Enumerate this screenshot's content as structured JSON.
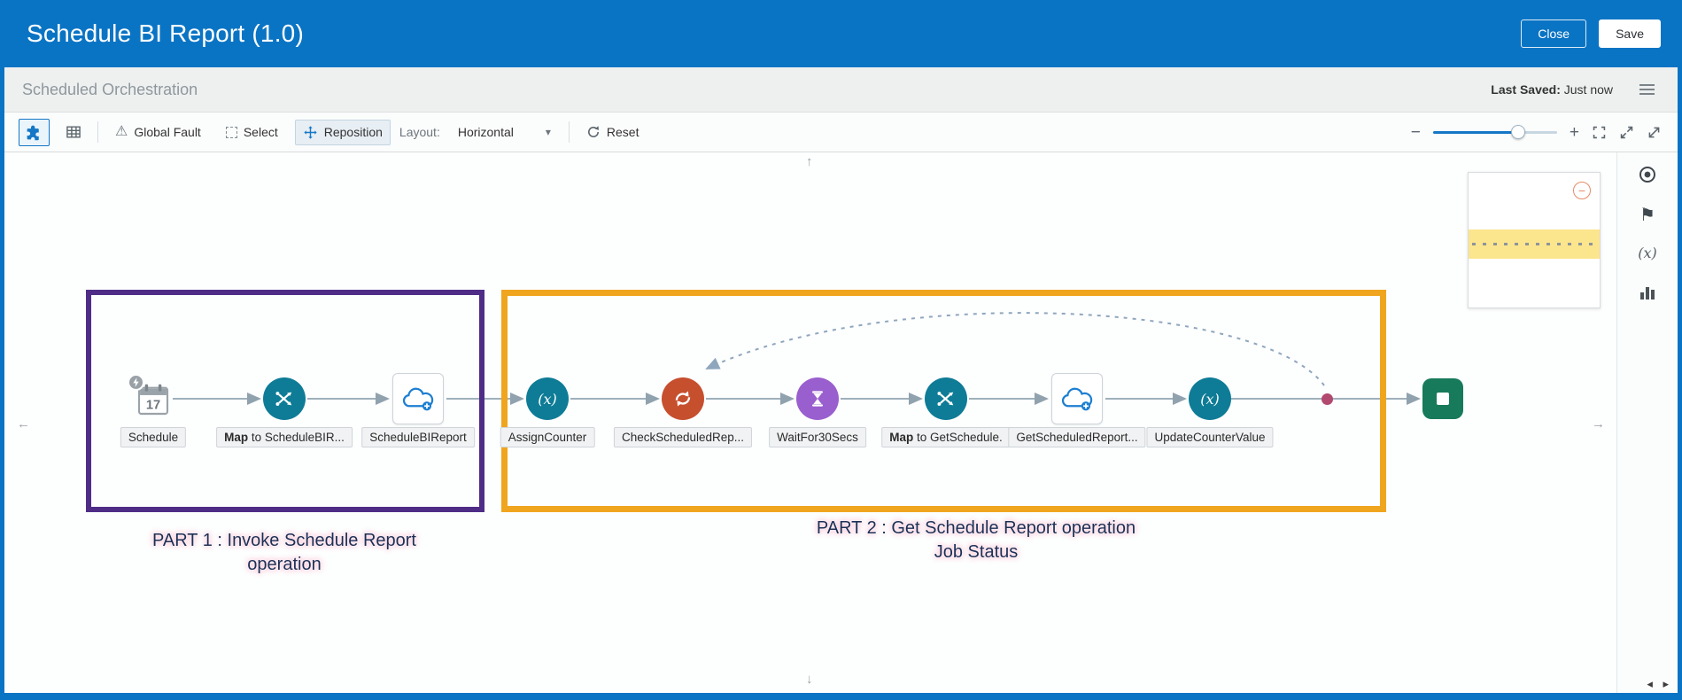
{
  "header": {
    "title": "Schedule BI Report (1.0)",
    "close": "Close",
    "save": "Save"
  },
  "subheader": {
    "type": "Scheduled Orchestration",
    "last_saved_label": "Last Saved:",
    "last_saved_value": "Just now"
  },
  "toolbar": {
    "global_fault": "Global Fault",
    "select": "Select",
    "reposition": "Reposition",
    "layout_label": "Layout:",
    "layout_value": "Horizontal",
    "reset": "Reset"
  },
  "icons": {
    "warning": "⚠",
    "chevron_down": "▾",
    "hamburger": "≡",
    "zoom_out": "−",
    "zoom_in": "+",
    "flag": "⚑",
    "expression": "(x)",
    "minimap_collapse": "−",
    "scroll_up": "↑",
    "scroll_down": "↓",
    "scroll_left": "←",
    "scroll_right": "→",
    "pager": "◂ ▸"
  },
  "colors": {
    "header_blue": "#0a74c4",
    "teal_node": "#0e7c96",
    "switch_orange": "#c64f2e",
    "wait_purple": "#9a5fce",
    "end_green": "#177a5a",
    "invoke_blue": "#1d7fd2",
    "part1_box": "#4f2d87",
    "part2_box": "#f0a51f",
    "loop_dot": "#b2496f"
  },
  "flow": {
    "nodes": [
      {
        "name": "schedule",
        "label": "Schedule",
        "day": "17"
      },
      {
        "name": "map-to-schedulebireport",
        "label_bold": "Map",
        "label_rest": " to ScheduleBIR..."
      },
      {
        "name": "schedulebireport",
        "label": "ScheduleBIReport"
      },
      {
        "name": "assigncounter",
        "label": "AssignCounter"
      },
      {
        "name": "checkscheduledreport",
        "label": "CheckScheduledRep..."
      },
      {
        "name": "waitfor30secs",
        "label": "WaitFor30Secs"
      },
      {
        "name": "map-to-getschedule",
        "label_bold": "Map",
        "label_rest": " to GetSchedule."
      },
      {
        "name": "getscheduledreport",
        "label": "GetScheduledReport..."
      },
      {
        "name": "updatecountervalue",
        "label": "UpdateCounterValue"
      }
    ],
    "annotations": {
      "part1": {
        "line1": "PART 1 : Invoke Schedule Report",
        "line2": "operation"
      },
      "part2": {
        "line1": "PART 2 : Get Schedule Report operation",
        "line2": "Job Status"
      }
    }
  }
}
